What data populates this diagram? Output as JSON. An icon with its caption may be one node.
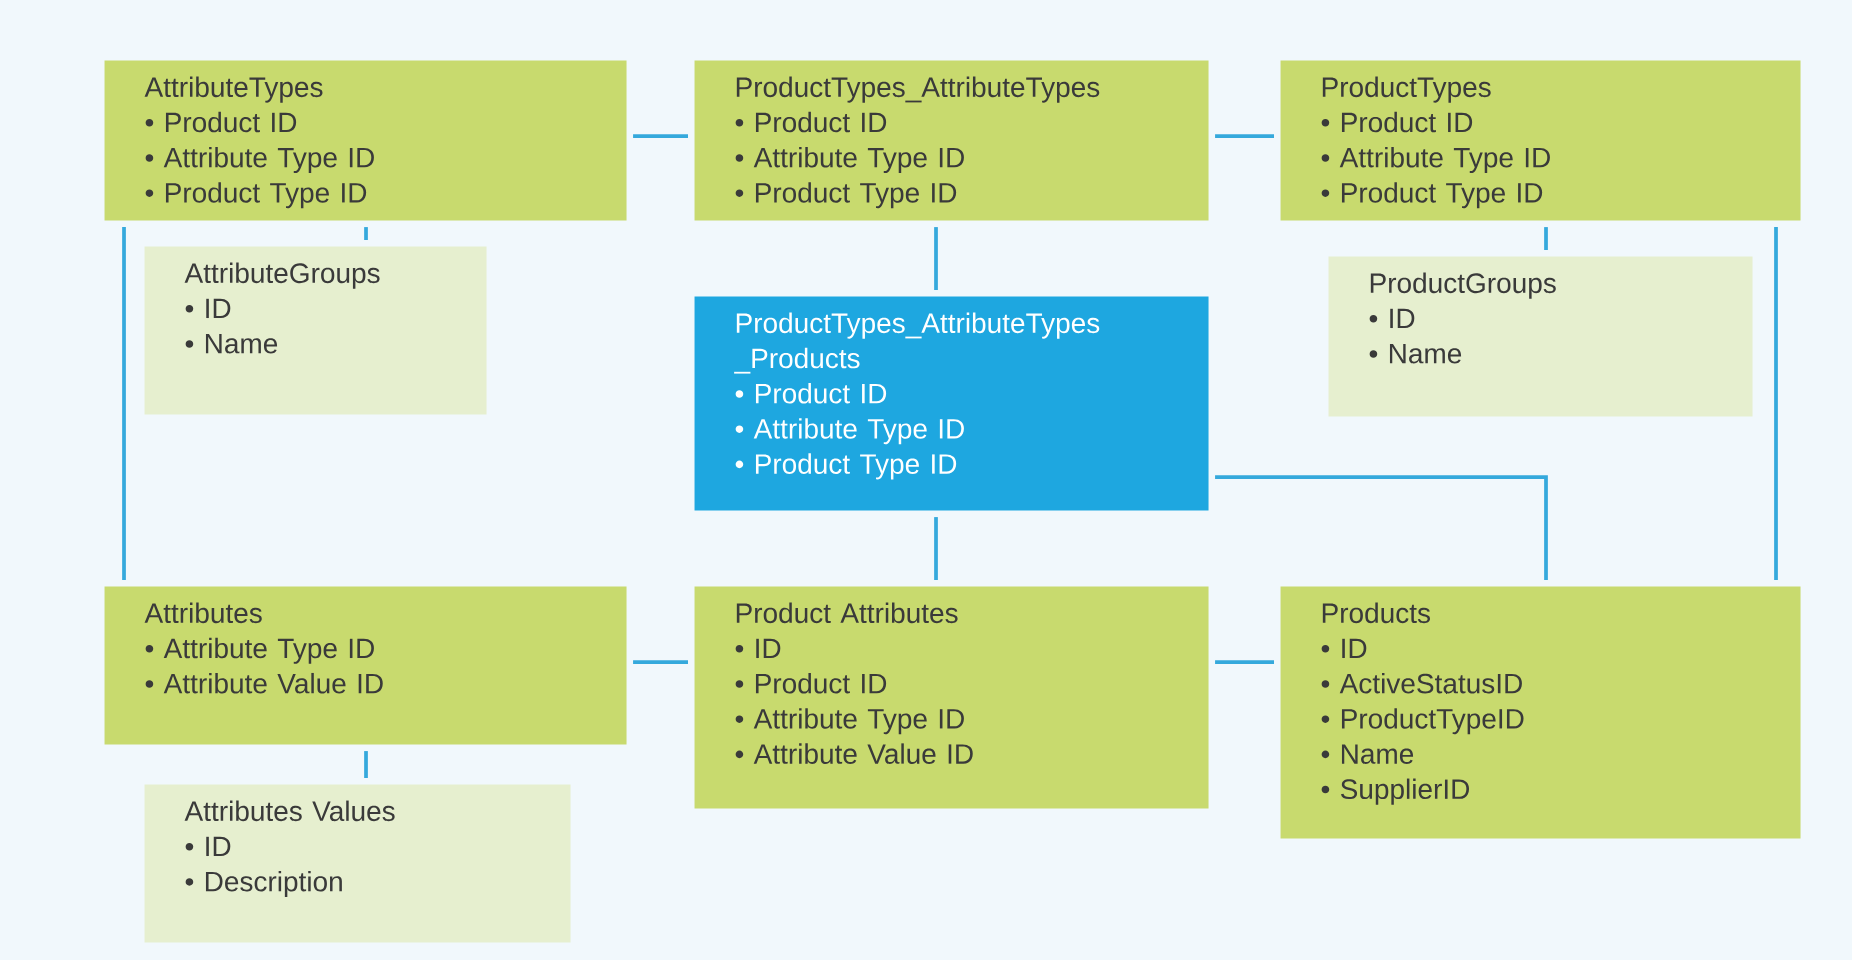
{
  "diagram": {
    "nodes": [
      {
        "text": [
          "AttributeTypes",
          "• Product ID",
          "• Attribute Type ID",
          "• Product Type ID"
        ]
      },
      {
        "text": [
          "ProductTypes_AttributeTypes",
          "• Product ID",
          "• Attribute Type ID",
          "• Product Type ID"
        ]
      },
      {
        "text": [
          "ProductTypes",
          "• Product ID",
          "• Attribute Type ID",
          "• Product Type ID"
        ]
      },
      {
        "text": [
          "AttributeGroups",
          "• ID",
          "• Name"
        ]
      },
      {
        "text": [
          "ProductTypes_AttributeTypes _Products",
          "• Product ID",
          "• Attribute Type ID",
          "• Product Type ID"
        ]
      },
      {
        "text": [
          "ProductGroups",
          "• ID",
          "• Name"
        ]
      },
      {
        "text": [
          "Attributes",
          "• Attribute Type ID",
          "• Attribute Value ID"
        ]
      },
      {
        "text": [
          "Product Attributes",
          "• ID",
          "• Product ID",
          "• Attribute Type ID",
          "• Attribute Value ID"
        ]
      },
      {
        "text": [
          "Products",
          "• ID",
          "• ActiveStatusID",
          "• ProductTypeID",
          "• Name",
          "• SupplierID"
        ]
      },
      {
        "text": [
          "Attributes Values",
          "• ID",
          "• Description"
        ]
      }
    ],
    "edges": [
      {
        "from": 0,
        "to": 1,
        "arrow": "none"
      },
      {
        "from": 1,
        "to": 2,
        "arrow": "none"
      },
      {
        "from": 0,
        "to": 3,
        "arrow": "none"
      },
      {
        "from": 0,
        "to": 6,
        "arrow": "none"
      },
      {
        "from": 2,
        "to": 5,
        "arrow": "none"
      },
      {
        "from": 2,
        "to": 8,
        "arrow": "none"
      },
      {
        "from": 1,
        "to": 4,
        "arrow": "none"
      },
      {
        "from": 4,
        "to": 7,
        "arrow": "none"
      },
      {
        "from": 4,
        "to": 8,
        "arrow": "none"
      },
      {
        "from": 6,
        "to": 7,
        "arrow": "none"
      },
      {
        "from": 7,
        "to": 8,
        "arrow": "none"
      },
      {
        "from": 6,
        "to": 9,
        "arrow": "none"
      }
    ]
  }
}
